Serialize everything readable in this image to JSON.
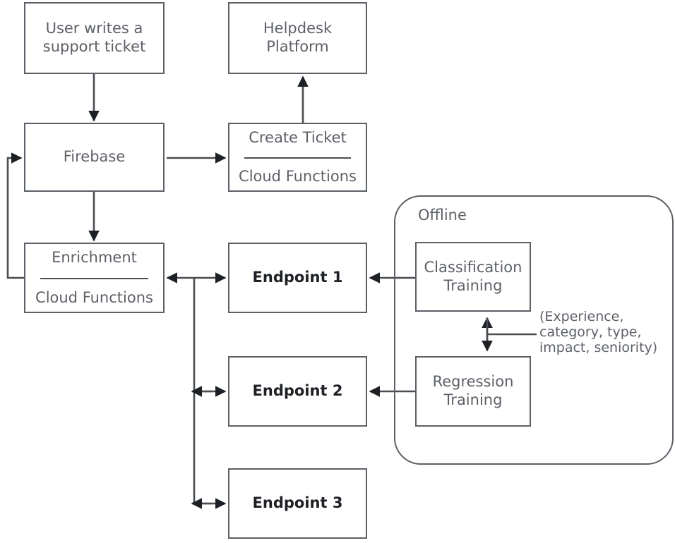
{
  "diagram": {
    "title": "Support ticket ML pipeline architecture",
    "colors": {
      "stroke": "#5b5f66",
      "text": "#5d6167",
      "bold_text": "#1d2024",
      "background": "#ffffff"
    },
    "nodes": {
      "user_ticket": {
        "label": "User writes a\nsupport ticket"
      },
      "helpdesk": {
        "label": "Helpdesk\nPlatform"
      },
      "firebase": {
        "label": "Firebase"
      },
      "create_ticket": {
        "top": "Create Ticket",
        "bottom": "Cloud Functions"
      },
      "enrichment": {
        "top": "Enrichment",
        "bottom": "Cloud Functions"
      },
      "endpoint_1": {
        "label": "Endpoint 1"
      },
      "endpoint_2": {
        "label": "Endpoint 2"
      },
      "endpoint_3": {
        "label": "Endpoint 3"
      },
      "classification_training": {
        "label": "Classification\nTraining"
      },
      "regression_training": {
        "label": "Regression\nTraining"
      }
    },
    "group": {
      "offline": {
        "label": "Offline"
      }
    },
    "annotations": {
      "features": {
        "text": "(Experience,\ncategory, type,\nimpact, seniority)"
      }
    }
  }
}
